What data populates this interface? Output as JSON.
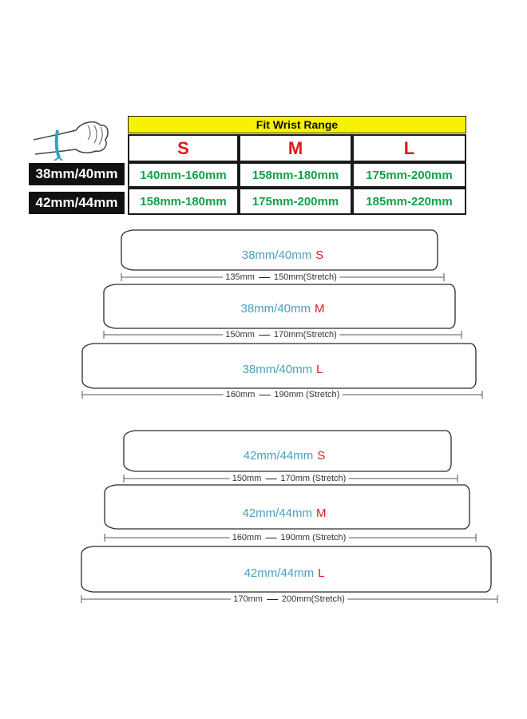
{
  "table": {
    "header": "Fit Wrist Range",
    "sizes": [
      "S",
      "M",
      "L"
    ],
    "rows": [
      {
        "label": "38mm/40mm",
        "ranges": [
          "140mm-160mm",
          "158mm-180mm",
          "175mm-200mm"
        ]
      },
      {
        "label": "42mm/44mm",
        "ranges": [
          "158mm-180mm",
          "175mm-200mm",
          "185mm-220mm"
        ]
      }
    ]
  },
  "bands": [
    {
      "case": "38mm/40mm",
      "size": "S",
      "length": "135mm",
      "stretch": "150mm(Stretch)"
    },
    {
      "case": "38mm/40mm",
      "size": "M",
      "length": "150mm",
      "stretch": "170mm(Stretch)"
    },
    {
      "case": "38mm/40mm",
      "size": "L",
      "length": "160mm",
      "stretch": "190mm (Stretch)"
    },
    {
      "case": "42mm/44mm",
      "size": "S",
      "length": "150mm",
      "stretch": "170mm (Stretch)"
    },
    {
      "case": "42mm/44mm",
      "size": "M",
      "length": "160mm",
      "stretch": "190mm (Stretch)"
    },
    {
      "case": "42mm/44mm",
      "size": "L",
      "length": "170mm",
      "stretch": "200mm(Stretch)"
    }
  ],
  "colors": {
    "header_bg": "#f6f200",
    "size_letter": "#e01818",
    "range_text": "#13a14a",
    "case_text": "#4a9fbf",
    "band_size_text": "#d81c1c"
  },
  "icons": {
    "wrist": "hand-wrist-measure-icon"
  }
}
